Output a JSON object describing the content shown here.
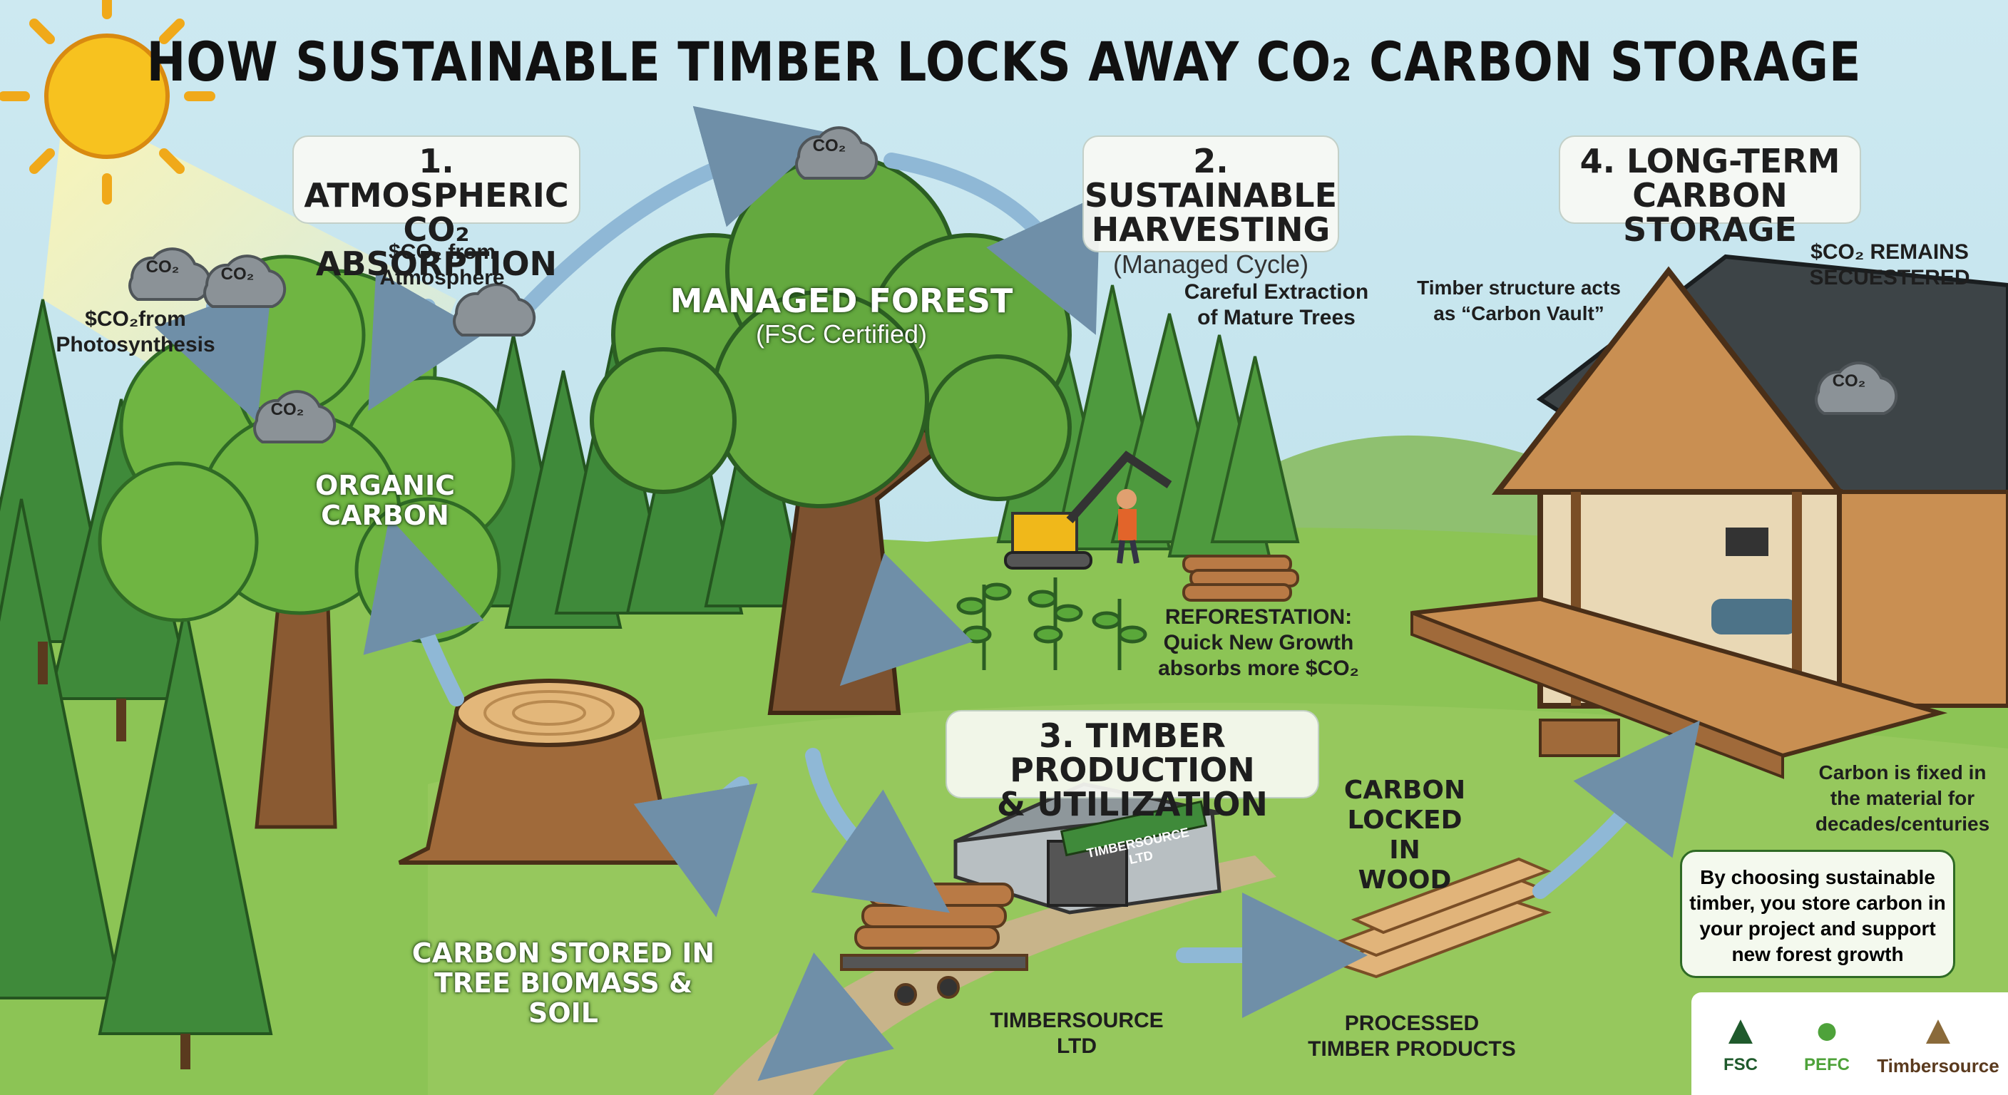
{
  "title": "HOW SUSTAINABLE TIMBER LOCKS AWAY CO₂ CARBON STORAGE",
  "steps": {
    "s1": {
      "title_line1": "1. ATMOSPHERIC",
      "title_line2": "CO₂ ABSORPTION"
    },
    "s2": {
      "title_line1": "2. SUSTAINABLE",
      "title_line2": "HARVESTING",
      "subtitle": "(Managed Cycle)"
    },
    "s3": {
      "title_line1": "3. TIMBER PRODUCTION",
      "title_line2": "& UTILIZATION"
    },
    "s4": {
      "title_line1": "4. LONG-TERM",
      "title_line2": "CARBON STORAGE"
    }
  },
  "labels": {
    "co2": "CO₂",
    "from_atmosphere_1": "$CO₂ from",
    "from_atmosphere_2": "Atmosphere",
    "from_photosynthesis_1": "$CO₂from",
    "from_photosynthesis_2": "Photosynthesis",
    "organic_carbon_1": "ORGANIC",
    "organic_carbon_2": "CARBON",
    "managed_forest": "MANAGED FOREST",
    "fsc_certified": "(FSC Certified)",
    "careful_extraction_1": "Careful Extraction",
    "careful_extraction_2": "of Mature Trees",
    "reforestation_1": "REFORESTATION:",
    "reforestation_2": "Quick New Growth",
    "reforestation_3": "absorbs more $CO₂",
    "biomass_1": "CARBON STORED IN",
    "biomass_2": "TREE BIOMASS & SOIL",
    "mill_sign": "TIMBERSOURCE LTD",
    "timbersource_1": "TIMBERSOURCE",
    "timbersource_2": "LTD",
    "locked_1": "CARBON",
    "locked_2": "LOCKED IN",
    "locked_3": "WOOD",
    "processed_1": "PROCESSED",
    "processed_2": "TIMBER PRODUCTS",
    "vault_1": "Timber structure acts",
    "vault_2": "as “Carbon Vault”",
    "remains_1": "$CO₂ REMAINS",
    "remains_2": "SECUESTERED",
    "fixed_1": "Carbon is fixed in",
    "fixed_2": "the material for",
    "fixed_3": "decades/centuries",
    "choose_1": "By choosing sustainable",
    "choose_2": "timber, you store carbon in",
    "choose_3": "your project and support",
    "choose_4": "new forest growth"
  },
  "logos": {
    "fsc": "FSC",
    "pefc": "PEFC",
    "timbersource": "Timbersource"
  },
  "colors": {
    "sky": "#bfe3ee",
    "grass": "#8cc455",
    "arrow": "#8fb8d6",
    "wood": "#c98f52",
    "sun": "#f7c21f"
  }
}
